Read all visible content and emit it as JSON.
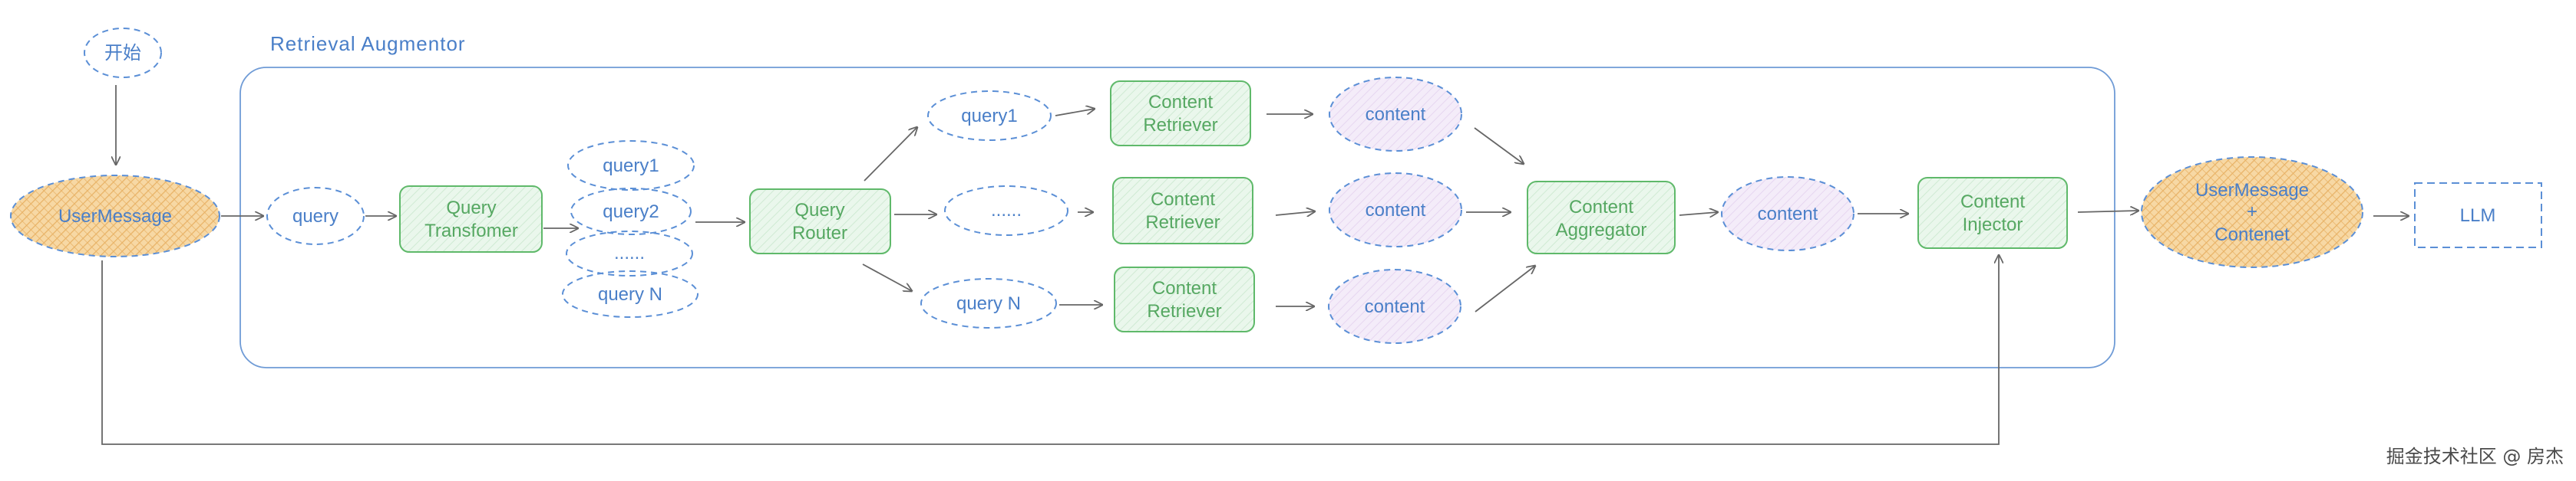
{
  "colors": {
    "blue_stroke": "#5b8fd6",
    "blue_text": "#4a7fc8",
    "green_stroke": "#5fb96a",
    "green_fill": "#e8f6ea",
    "green_text": "#56a862",
    "purple_fill": "#f1e8f7",
    "orange_fill": "#f6d39a",
    "orange_hatch": "#e9b466",
    "arrow": "#666666",
    "watermark": "#4a4a4a"
  },
  "diagram": {
    "container_title": "Retrieval  Augmentor",
    "start": "开始",
    "user_message": "UserMessage",
    "query": "query",
    "query_transformer": [
      "Query",
      "Transfomer"
    ],
    "transformed_queries": [
      "query1",
      "query2",
      "......",
      "query N"
    ],
    "query_router": [
      "Query",
      "Router"
    ],
    "routes": [
      {
        "query": "query1",
        "retriever": [
          "Content",
          "Retriever"
        ],
        "content": "content"
      },
      {
        "query": "......",
        "retriever": [
          "Content",
          "Retriever"
        ],
        "content": "content"
      },
      {
        "query": "query N",
        "retriever": [
          "Content",
          "Retriever"
        ],
        "content": "content"
      }
    ],
    "content_aggregator": [
      "Content",
      "Aggregator"
    ],
    "aggregated_content": "content",
    "content_injector": [
      "Content",
      "Injector"
    ],
    "augmented_message": [
      "UserMessage",
      "+",
      "Contenet"
    ],
    "llm": "LLM"
  },
  "watermark": "掘金技术社区 @ 房杰"
}
